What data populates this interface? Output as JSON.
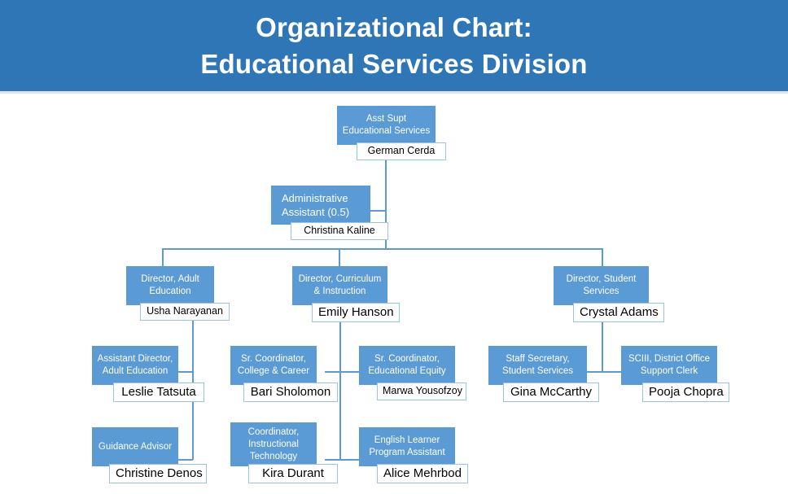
{
  "header": {
    "title_line_1": "Organizational Chart:",
    "title_line_2": "Educational Services Division",
    "banner_color": "#2f76b7",
    "title_color": "#ffffff"
  },
  "theme": {
    "box_fill": "#5b9bd5",
    "box_text": "#ffffff",
    "name_box_fill": "#ffffff",
    "name_box_border": "#9cc3e5",
    "name_text": "#000000",
    "connector_color": "#5b9bd5",
    "page_background": "#ffffff"
  },
  "chart_data": {
    "type": "diagram",
    "diagram_kind": "organizational-chart",
    "title": "Organizational Chart: Educational Services Division",
    "nodes": [
      {
        "id": "asst-supt",
        "role_lines": [
          "Asst Supt",
          "Educational Services"
        ],
        "name": "German Cerda",
        "level": 0,
        "parent": null
      },
      {
        "id": "admin-assistant",
        "role_lines": [
          "Administrative",
          "Assistant (0.5)"
        ],
        "name": "Christina Kaline",
        "level": 1,
        "parent": "asst-supt"
      },
      {
        "id": "director-adult-education",
        "role_lines": [
          "Director, Adult",
          "Education"
        ],
        "name": "Usha Narayanan",
        "level": 2,
        "parent": "asst-supt"
      },
      {
        "id": "director-curriculum-instruction",
        "role_lines": [
          "Director, Curriculum",
          "& Instruction"
        ],
        "name": "Emily Hanson",
        "level": 2,
        "parent": "asst-supt"
      },
      {
        "id": "director-student-services",
        "role_lines": [
          "Director, Student",
          "Services"
        ],
        "name": "Crystal Adams",
        "level": 2,
        "parent": "asst-supt"
      },
      {
        "id": "assistant-director-adult-education",
        "role_lines": [
          "Assistant Director,",
          "Adult Education"
        ],
        "name": "Leslie Tatsuta",
        "level": 3,
        "parent": "director-adult-education"
      },
      {
        "id": "sr-coordinator-college-career",
        "role_lines": [
          "Sr. Coordinator,",
          "College & Career"
        ],
        "name": "Bari Sholomon",
        "level": 3,
        "parent": "director-curriculum-instruction"
      },
      {
        "id": "sr-coordinator-educational-equity",
        "role_lines": [
          "Sr. Coordinator,",
          "Educational Equity"
        ],
        "name": "Marwa Yousofzoy",
        "level": 3,
        "parent": "director-curriculum-instruction"
      },
      {
        "id": "staff-secretary-student-services",
        "role_lines": [
          "Staff Secretary,",
          "Student Services"
        ],
        "name": "Gina McCarthy",
        "level": 3,
        "parent": "director-student-services"
      },
      {
        "id": "sciii-district-office-support-clerk",
        "role_lines": [
          "SCIII, District Office",
          "Support Clerk"
        ],
        "name": "Pooja Chopra",
        "level": 3,
        "parent": "director-student-services"
      },
      {
        "id": "guidance-advisor",
        "role_lines": [
          "Guidance Advisor"
        ],
        "name": "Christine Denos",
        "level": 4,
        "parent": "director-adult-education"
      },
      {
        "id": "coordinator-instructional-technology",
        "role_lines": [
          "Coordinator,",
          "Instructional",
          "Technology"
        ],
        "name": "Kira Durant",
        "level": 4,
        "parent": "director-curriculum-instruction"
      },
      {
        "id": "english-learner-program-assistant",
        "role_lines": [
          "English Learner",
          "Program Assistant"
        ],
        "name": "Alice Mehrbod",
        "level": 4,
        "parent": "director-curriculum-instruction"
      }
    ],
    "edges": [
      {
        "from": "asst-supt",
        "to": "admin-assistant"
      },
      {
        "from": "asst-supt",
        "to": "director-adult-education"
      },
      {
        "from": "asst-supt",
        "to": "director-curriculum-instruction"
      },
      {
        "from": "asst-supt",
        "to": "director-student-services"
      },
      {
        "from": "director-adult-education",
        "to": "assistant-director-adult-education"
      },
      {
        "from": "director-adult-education",
        "to": "guidance-advisor"
      },
      {
        "from": "director-curriculum-instruction",
        "to": "sr-coordinator-college-career"
      },
      {
        "from": "director-curriculum-instruction",
        "to": "sr-coordinator-educational-equity"
      },
      {
        "from": "director-curriculum-instruction",
        "to": "coordinator-instructional-technology"
      },
      {
        "from": "director-curriculum-instruction",
        "to": "english-learner-program-assistant"
      },
      {
        "from": "director-student-services",
        "to": "staff-secretary-student-services"
      },
      {
        "from": "director-student-services",
        "to": "sciii-district-office-support-clerk"
      }
    ]
  }
}
